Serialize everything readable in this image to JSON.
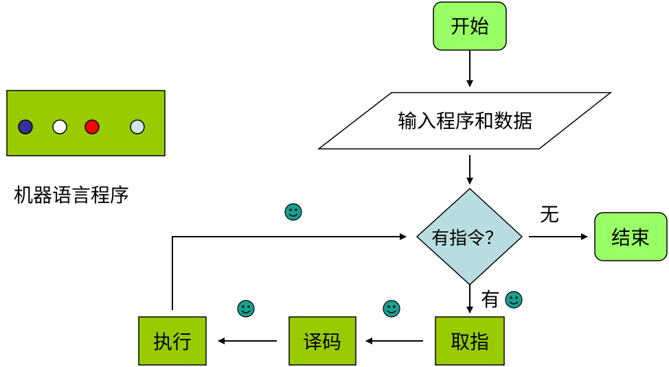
{
  "colors": {
    "start_end_fill": "#99ff66",
    "process_fill": "#99cc00",
    "decision_fill": "#b7dde0",
    "smiley_fill": "#1a9e8f",
    "line": "#000000"
  },
  "nodes": {
    "start": "开始",
    "input": "输入程序和数据",
    "decision": "有指令？",
    "end": "结束",
    "fetch": "取指",
    "decode": "译码",
    "execute": "执行"
  },
  "edge_labels": {
    "no": "无",
    "yes": "有"
  },
  "machine_program": {
    "caption": "机器语言程序",
    "dots": [
      "#333399",
      "#ffffff",
      "#ff0000",
      "#cce6ea"
    ]
  }
}
